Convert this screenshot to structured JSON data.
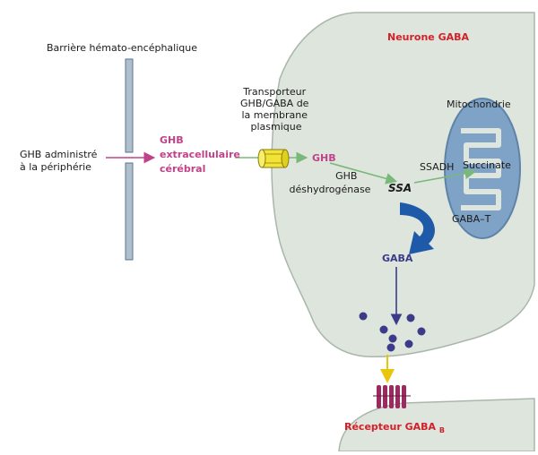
{
  "title_bbb": "Barrière hémato-encéphalique",
  "neuron_label": "Neurone GABA",
  "peripheral_ghb": [
    "GHB administré",
    "à la périphérie"
  ],
  "extracellular_ghb": [
    "GHB",
    "extracellulaire",
    "cérébral"
  ],
  "transporter": [
    "Transporteur",
    "GHB/GABA de",
    "la membrane",
    "plasmique"
  ],
  "ghb_intracellular": "GHB",
  "ghb_dehydrogenase": [
    "GHB",
    "déshydrogénase"
  ],
  "ssa": "SSA",
  "ssadh": "SSADH",
  "mitochondria": "Mitochondrie",
  "succinate": "Succinate",
  "gaba_t": "GABA–T",
  "gaba": "GABA",
  "receptor": {
    "main": "Récepteur GABA",
    "sub": "B"
  },
  "colors": {
    "cell_fill": "#dde5dc",
    "cell_stroke": "#a9b7ab",
    "barrier_fill": "#aebfce",
    "barrier_stroke": "#5c7388",
    "mito_fill": "#7fa3c7",
    "mito_inner": "#dde5dc",
    "pink": "#c0438a",
    "red": "#d4202a",
    "green": "#7ab87a",
    "navy": "#3b3b8a",
    "blue_arrow": "#1e5aa8",
    "transporter": "#f2e437",
    "receptor": "#9c2a5e",
    "yellow_arrow": "#e8c60c"
  }
}
